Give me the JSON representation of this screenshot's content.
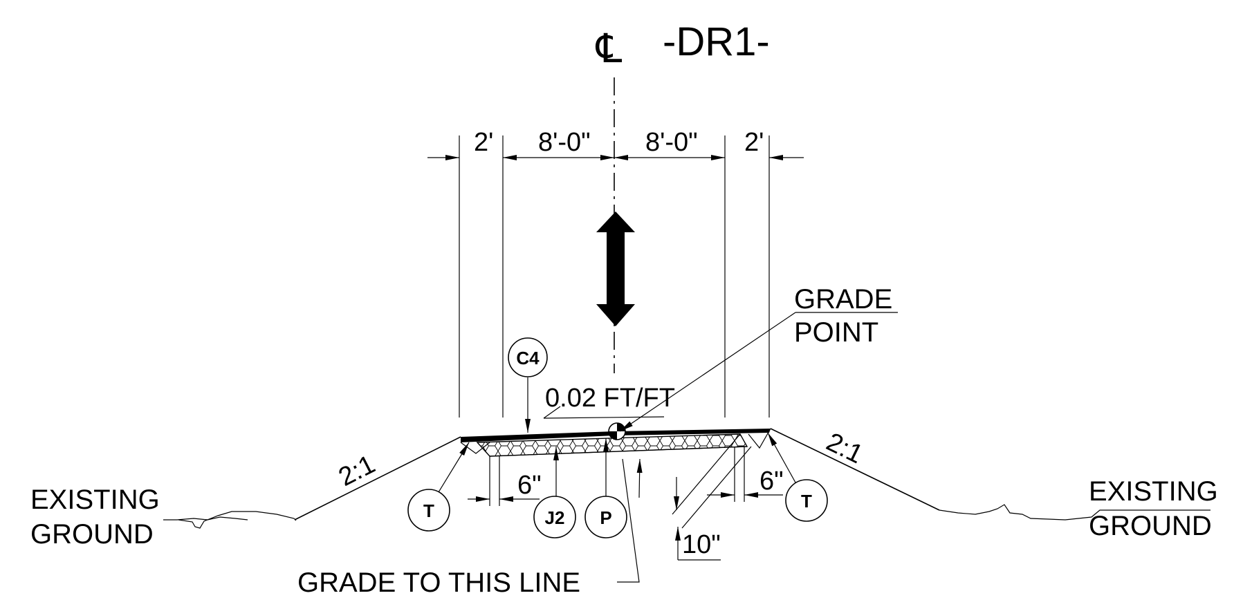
{
  "diagram": {
    "title_symbol": "℄",
    "title": "-DR1-",
    "dimensions": {
      "left_shoulder": "2'",
      "left_lane": "8'-0\"",
      "right_lane": "8'-0\"",
      "right_shoulder": "2'",
      "left_offset": "6\"",
      "right_offset": "6\"",
      "depth": "10\""
    },
    "slopes": {
      "left": "2:1",
      "right": "2:1",
      "cross_slope": "0.02 FT/FT"
    },
    "labels": {
      "grade_point_line1": "GRADE",
      "grade_point_line2": "POINT",
      "existing_left_line1": "EXISTING",
      "existing_left_line2": "GROUND",
      "existing_right_line1": "EXISTING",
      "existing_right_line2": "GROUND",
      "grade_to_line": "GRADE TO THIS LINE"
    },
    "callouts": {
      "c4": "C4",
      "t_left": "T",
      "j2": "J2",
      "p": "P",
      "t_right": "T"
    }
  }
}
